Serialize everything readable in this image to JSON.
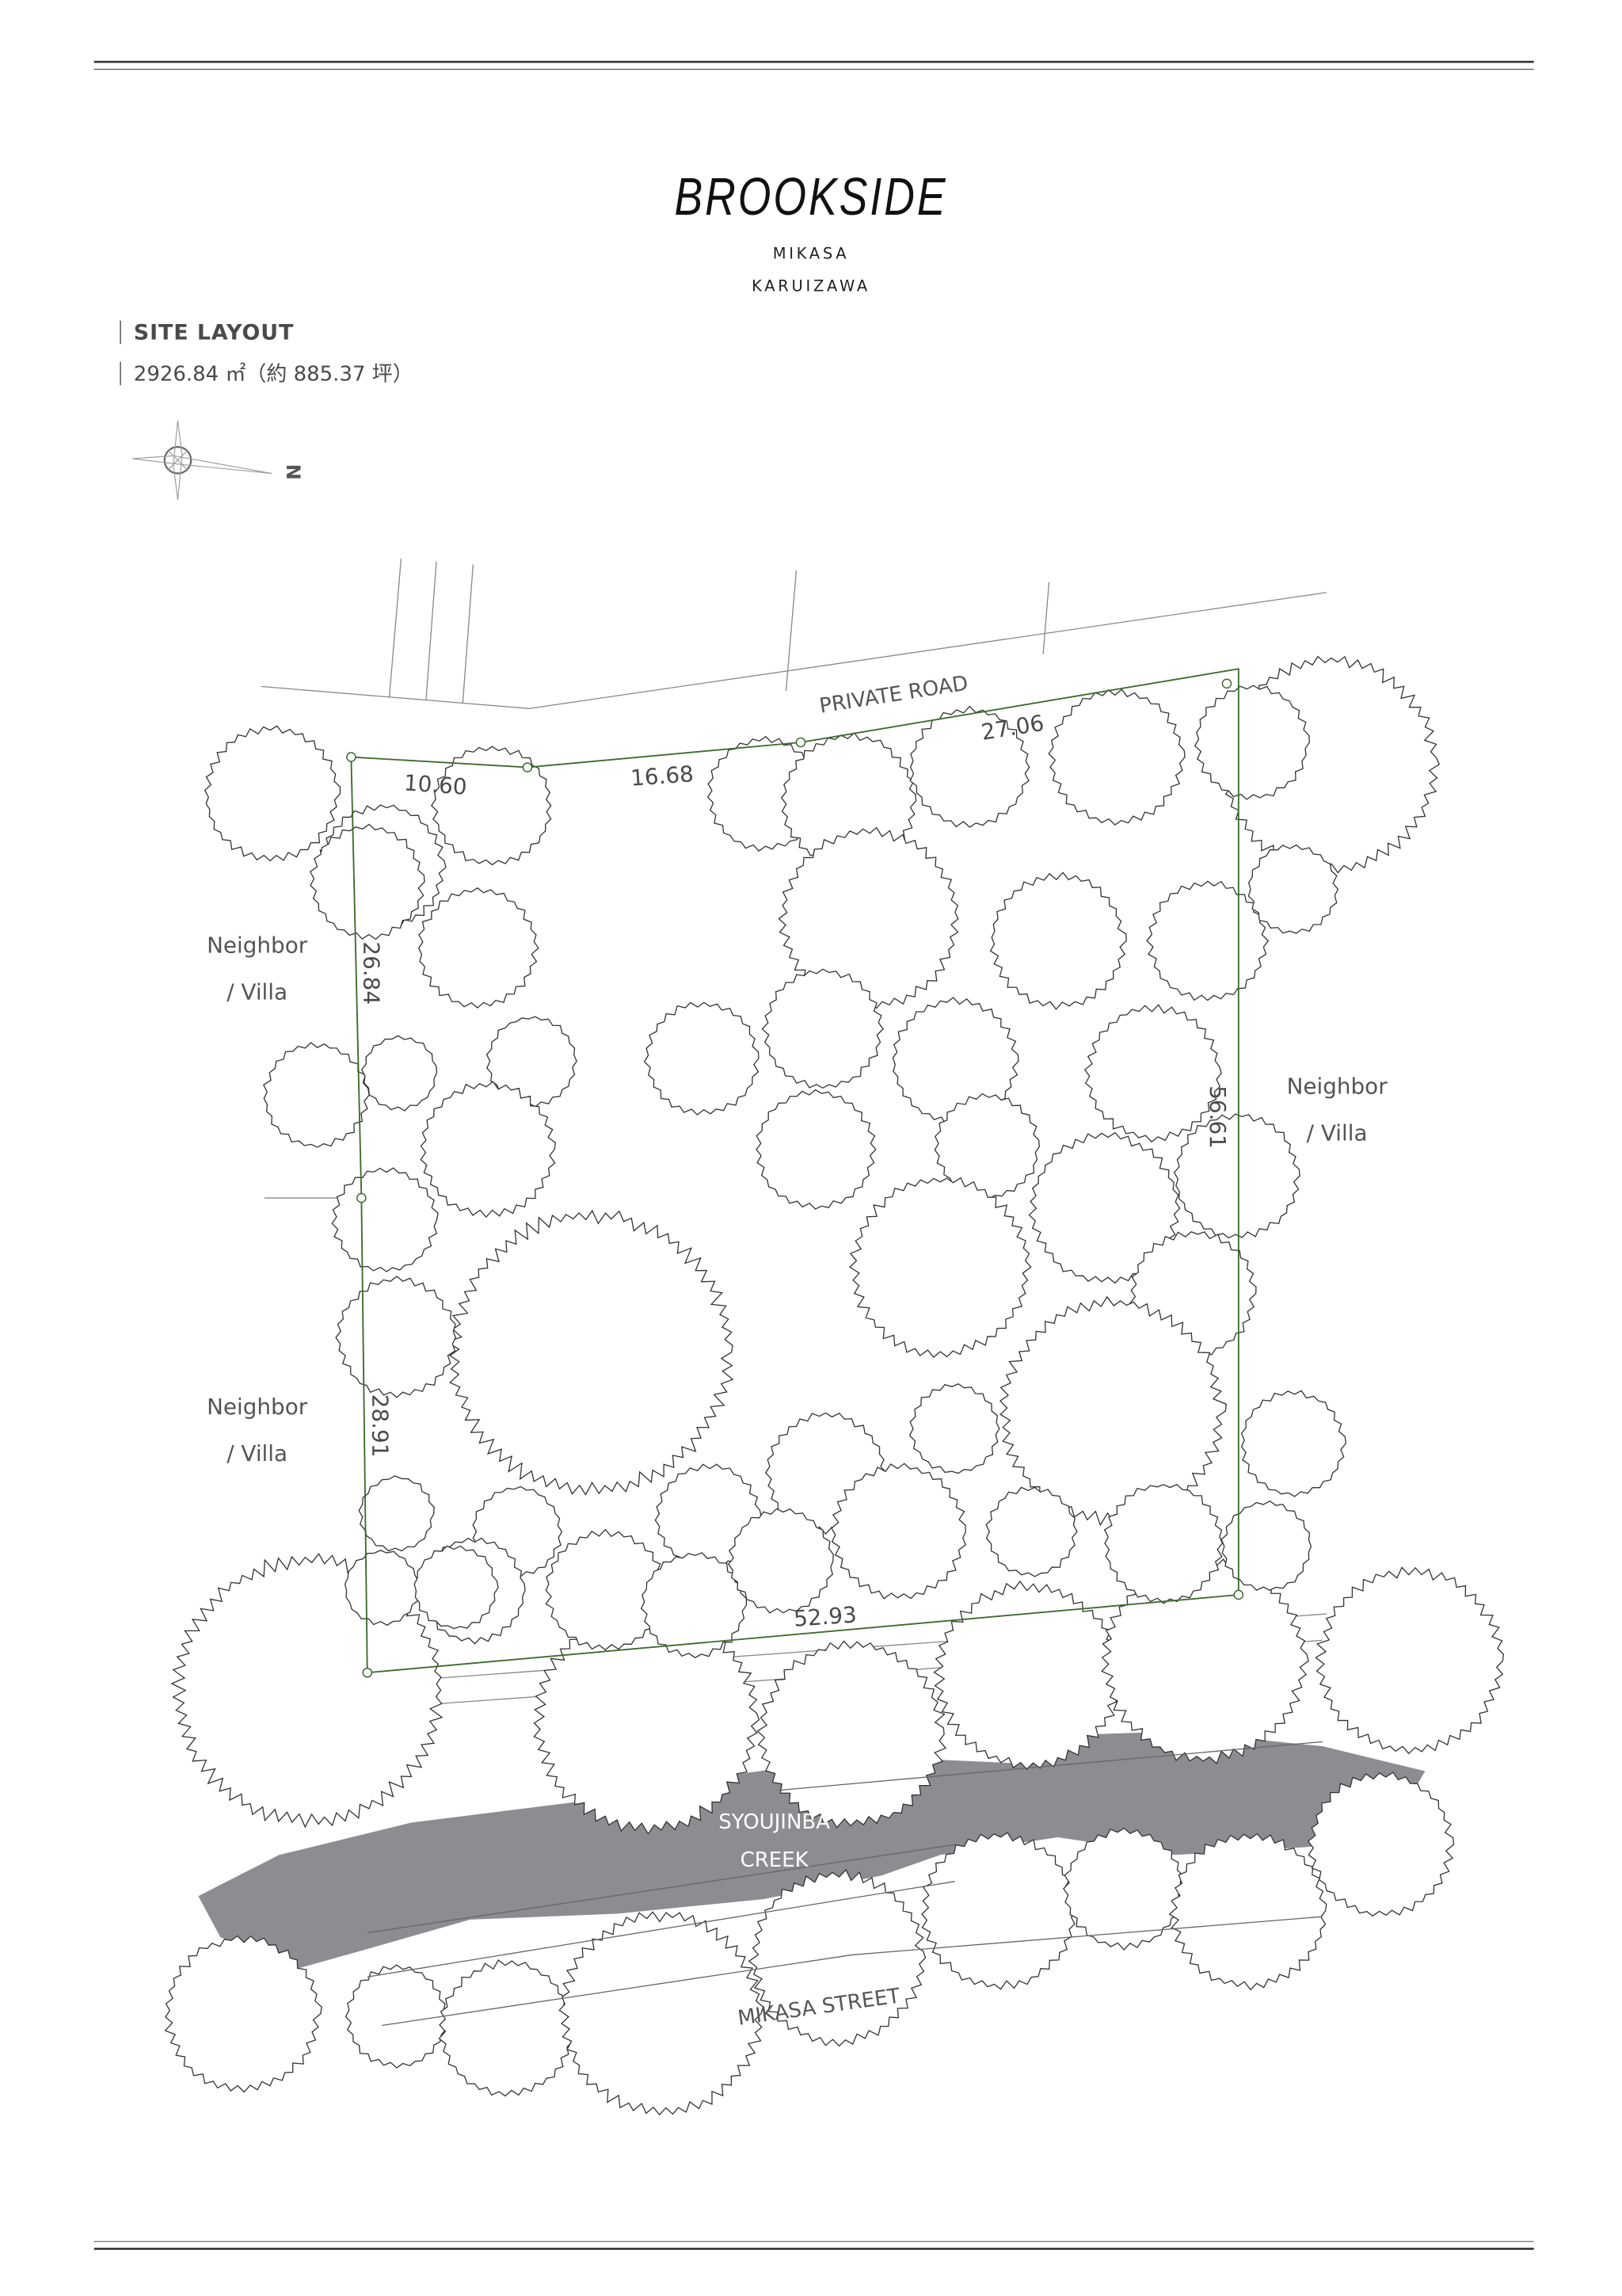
{
  "header": {
    "title": "BROOKSIDE",
    "subtitle_line1": "MIKASA",
    "subtitle_line2": "KARUIZAWA"
  },
  "info": {
    "section_label": "SITE LAYOUT",
    "area": "2926.84 ㎡（約 885.37 坪）"
  },
  "compass": {
    "north_label": "N"
  },
  "site": {
    "road_label": "PRIVATE ROAD",
    "dimensions": {
      "top_left": "10.60",
      "top_mid": "16.68",
      "top_right": "27.06",
      "left_upper": "26.84",
      "left_lower": "28.91",
      "right": "56.61",
      "bottom": "52.93"
    },
    "neighbors": [
      {
        "line1": "Neighbor",
        "line2": "/ Villa"
      },
      {
        "line1": "Neighbor",
        "line2": "/ Villa"
      },
      {
        "line1": "Neighbor",
        "line2": "/ Villa"
      }
    ],
    "creek_line1": "SYOUJINBA",
    "creek_line2": "CREEK",
    "street_label": "MIKASA STREET"
  },
  "colors": {
    "boundary": "#3d6b2c",
    "creek": "#8c8c91",
    "text": "#4a4a4a",
    "rule": "#333333"
  }
}
